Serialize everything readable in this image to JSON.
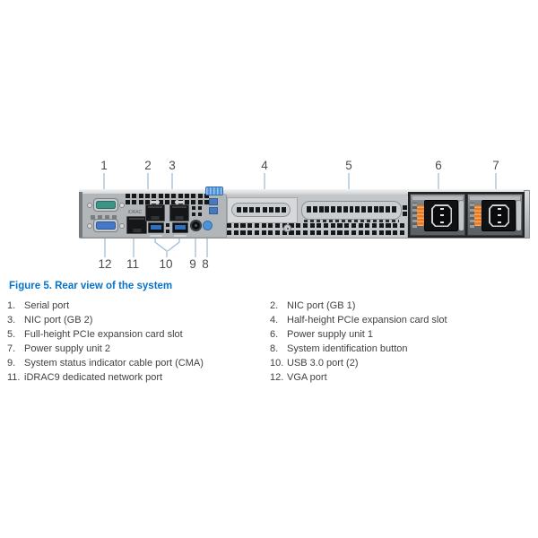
{
  "figure": {
    "caption": "Figure 5. Rear view of the system",
    "callouts_top": [
      "1",
      "2",
      "3",
      "4",
      "5",
      "6",
      "7"
    ],
    "callouts_bottom": [
      "12",
      "11",
      "10",
      "9",
      "8"
    ],
    "idrac_label": "iDRAC"
  },
  "legend": {
    "left": [
      {
        "num": "1.",
        "label": "Serial port"
      },
      {
        "num": "3.",
        "label": "NIC port (GB 2)"
      },
      {
        "num": "5.",
        "label": "Full-height PCIe expansion card slot"
      },
      {
        "num": "7.",
        "label": "Power supply unit 2"
      },
      {
        "num": "9.",
        "label": "System status indicator cable port (CMA)"
      },
      {
        "num": "11.",
        "label": "iDRAC9 dedicated network port"
      }
    ],
    "right": [
      {
        "num": "2.",
        "label": "NIC port (GB 1)"
      },
      {
        "num": "4.",
        "label": "Half-height PCIe expansion card slot"
      },
      {
        "num": "6.",
        "label": "Power supply unit 1"
      },
      {
        "num": "8.",
        "label": "System identification button"
      },
      {
        "num": "10.",
        "label": "USB 3.0 port (2)"
      },
      {
        "num": "12.",
        "label": "VGA port"
      }
    ]
  },
  "colors": {
    "caption_blue": "#0673ca",
    "leader_line": "#a5bdd3",
    "psu_latch_orange": "#e87a1e",
    "id_button_blue": "#4e93d9",
    "vga_blue": "#4678c8",
    "serial_teal": "#3e9387",
    "usb_blue": "#2f6fc0"
  }
}
